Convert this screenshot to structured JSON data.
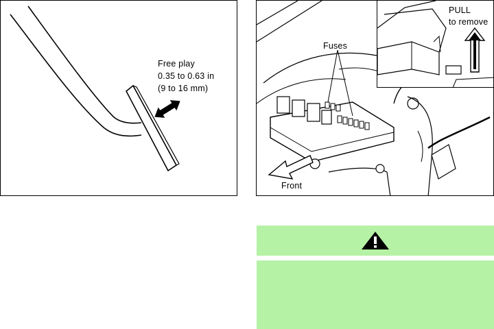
{
  "figure_left": {
    "free_play_label": "Free play",
    "range_in": "0.35  to  0.63  in",
    "range_mm": "(9  to  16  mm)"
  },
  "figure_right": {
    "fuses_label": "Fuses",
    "pull_label": "PULL",
    "remove_label": "to remove",
    "front_label": "Front"
  },
  "warning": {
    "icon": "warning-triangle-icon",
    "color": "#b6f2a5"
  }
}
